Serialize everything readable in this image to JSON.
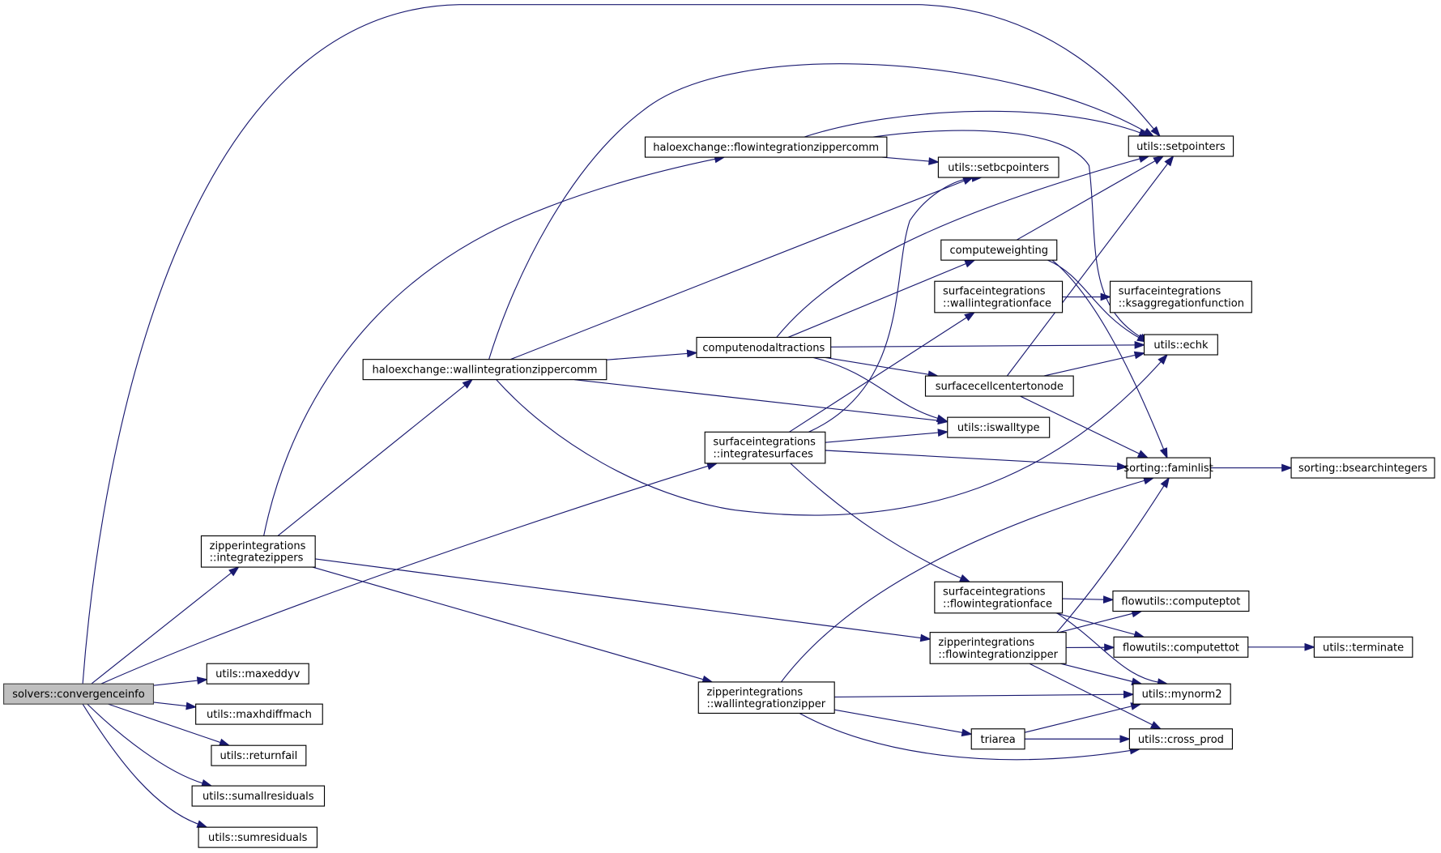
{
  "diagram": {
    "type": "call-graph",
    "edge_color": "#191970",
    "root_fill": "#bfbfbf",
    "nodes": {
      "convergenceinfo": {
        "lines": [
          "solvers::convergenceinfo"
        ]
      },
      "integratezippers": {
        "lines": [
          "zipperintegrations",
          "::integratezippers"
        ]
      },
      "maxeddyv": {
        "lines": [
          "utils::maxeddyv"
        ]
      },
      "maxhdiffmach": {
        "lines": [
          "utils::maxhdiffmach"
        ]
      },
      "returnfail": {
        "lines": [
          "utils::returnfail"
        ]
      },
      "sumallresiduals": {
        "lines": [
          "utils::sumallresiduals"
        ]
      },
      "sumresiduals": {
        "lines": [
          "utils::sumresiduals"
        ]
      },
      "wallintegrationzippercomm": {
        "lines": [
          "haloexchange::wallintegrationzippercomm"
        ]
      },
      "flowintegrationzippercomm": {
        "lines": [
          "haloexchange::flowintegrationzippercomm"
        ]
      },
      "integratesurfaces": {
        "lines": [
          "surfaceintegrations",
          "::integratesurfaces"
        ]
      },
      "wallintegrationzipper": {
        "lines": [
          "zipperintegrations",
          "::wallintegrationzipper"
        ]
      },
      "computenodaltractions": {
        "lines": [
          "computenodaltractions"
        ]
      },
      "computeweighting": {
        "lines": [
          "computeweighting"
        ]
      },
      "wallintegrationface": {
        "lines": [
          "surfaceintegrations",
          "::wallintegrationface"
        ]
      },
      "surfacecellcentertonode": {
        "lines": [
          "surfacecellcentertonode"
        ]
      },
      "setbcpointers": {
        "lines": [
          "utils::setbcpointers"
        ]
      },
      "iswalltype": {
        "lines": [
          "utils::iswalltype"
        ]
      },
      "flowintegrationface": {
        "lines": [
          "surfaceintegrations",
          "::flowintegrationface"
        ]
      },
      "flowintegrationzipper": {
        "lines": [
          "zipperintegrations",
          "::flowintegrationzipper"
        ]
      },
      "triarea": {
        "lines": [
          "triarea"
        ]
      },
      "setpointers": {
        "lines": [
          "utils::setpointers"
        ]
      },
      "ksaggregationfunction": {
        "lines": [
          "surfaceintegrations",
          "::ksaggregationfunction"
        ]
      },
      "echk": {
        "lines": [
          "utils::echk"
        ]
      },
      "faminlist": {
        "lines": [
          "sorting::faminlist"
        ]
      },
      "bsearchintegers": {
        "lines": [
          "sorting::bsearchintegers"
        ]
      },
      "computeptot": {
        "lines": [
          "flowutils::computeptot"
        ]
      },
      "computettot": {
        "lines": [
          "flowutils::computettot"
        ]
      },
      "terminate": {
        "lines": [
          "utils::terminate"
        ]
      },
      "mynorm2": {
        "lines": [
          "utils::mynorm2"
        ]
      },
      "cross_prod": {
        "lines": [
          "utils::cross_prod"
        ]
      }
    },
    "edges": [
      [
        "convergenceinfo",
        "setpointers"
      ],
      [
        "convergenceinfo",
        "integratezippers"
      ],
      [
        "convergenceinfo",
        "integratesurfaces"
      ],
      [
        "convergenceinfo",
        "maxeddyv"
      ],
      [
        "convergenceinfo",
        "maxhdiffmach"
      ],
      [
        "convergenceinfo",
        "returnfail"
      ],
      [
        "convergenceinfo",
        "sumallresiduals"
      ],
      [
        "convergenceinfo",
        "sumresiduals"
      ],
      [
        "integratezippers",
        "flowintegrationzippercomm"
      ],
      [
        "integratezippers",
        "wallintegrationzippercomm"
      ],
      [
        "integratezippers",
        "flowintegrationzipper"
      ],
      [
        "integratezippers",
        "wallintegrationzipper"
      ],
      [
        "wallintegrationzippercomm",
        "setpointers"
      ],
      [
        "wallintegrationzippercomm",
        "setbcpointers"
      ],
      [
        "wallintegrationzippercomm",
        "computenodaltractions"
      ],
      [
        "wallintegrationzippercomm",
        "iswalltype"
      ],
      [
        "wallintegrationzippercomm",
        "echk"
      ],
      [
        "flowintegrationzippercomm",
        "setpointers"
      ],
      [
        "flowintegrationzippercomm",
        "setbcpointers"
      ],
      [
        "flowintegrationzippercomm",
        "echk"
      ],
      [
        "computenodaltractions",
        "setpointers"
      ],
      [
        "computenodaltractions",
        "computeweighting"
      ],
      [
        "computenodaltractions",
        "echk"
      ],
      [
        "computenodaltractions",
        "surfacecellcentertonode"
      ],
      [
        "computenodaltractions",
        "iswalltype"
      ],
      [
        "computeweighting",
        "setpointers"
      ],
      [
        "computeweighting",
        "echk"
      ],
      [
        "computeweighting",
        "faminlist"
      ],
      [
        "wallintegrationface",
        "ksaggregationfunction"
      ],
      [
        "surfacecellcentertonode",
        "setpointers"
      ],
      [
        "surfacecellcentertonode",
        "echk"
      ],
      [
        "surfacecellcentertonode",
        "faminlist"
      ],
      [
        "integratesurfaces",
        "setbcpointers"
      ],
      [
        "integratesurfaces",
        "wallintegrationface"
      ],
      [
        "integratesurfaces",
        "iswalltype"
      ],
      [
        "integratesurfaces",
        "faminlist"
      ],
      [
        "integratesurfaces",
        "flowintegrationface"
      ],
      [
        "faminlist",
        "bsearchintegers"
      ],
      [
        "flowintegrationface",
        "computeptot"
      ],
      [
        "flowintegrationface",
        "computettot"
      ],
      [
        "flowintegrationface",
        "mynorm2"
      ],
      [
        "flowintegrationzipper",
        "faminlist"
      ],
      [
        "flowintegrationzipper",
        "computeptot"
      ],
      [
        "flowintegrationzipper",
        "computettot"
      ],
      [
        "flowintegrationzipper",
        "mynorm2"
      ],
      [
        "flowintegrationzipper",
        "cross_prod"
      ],
      [
        "computettot",
        "terminate"
      ],
      [
        "wallintegrationzipper",
        "faminlist"
      ],
      [
        "wallintegrationzipper",
        "mynorm2"
      ],
      [
        "wallintegrationzipper",
        "triarea"
      ],
      [
        "wallintegrationzipper",
        "cross_prod"
      ],
      [
        "triarea",
        "mynorm2"
      ],
      [
        "triarea",
        "cross_prod"
      ]
    ]
  }
}
